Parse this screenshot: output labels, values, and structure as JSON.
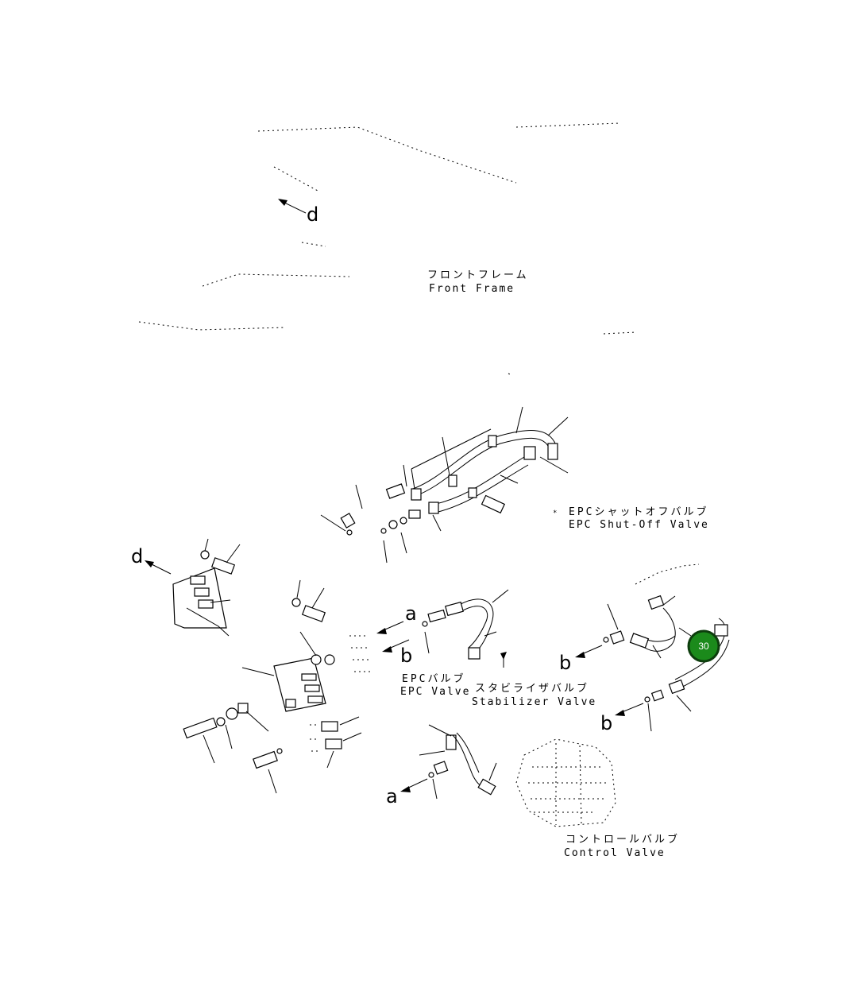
{
  "labels": {
    "front_frame_ja": "フロントフレーム",
    "front_frame_en": "Front Frame",
    "epc_shutoff_ja": "EPCシャットオフバルブ",
    "epc_shutoff_en": "EPC Shut-Off Valve",
    "epc_valve_ja": "EPCバルブ",
    "epc_valve_en": "EPC Valve",
    "stabilizer_ja": "スタビライザバルブ",
    "stabilizer_en": "Stabilizer Valve",
    "control_valve_ja": "コントロールバルブ",
    "control_valve_en": "Control Valve"
  },
  "refs": {
    "d_top": "d",
    "d_left": "d",
    "a_mid": "a",
    "b_mid": "b",
    "b_right_upper": "b",
    "b_right_lower": "b",
    "a_bottom": "a"
  },
  "callout": {
    "number": "30",
    "color": "#1b8a1b"
  }
}
